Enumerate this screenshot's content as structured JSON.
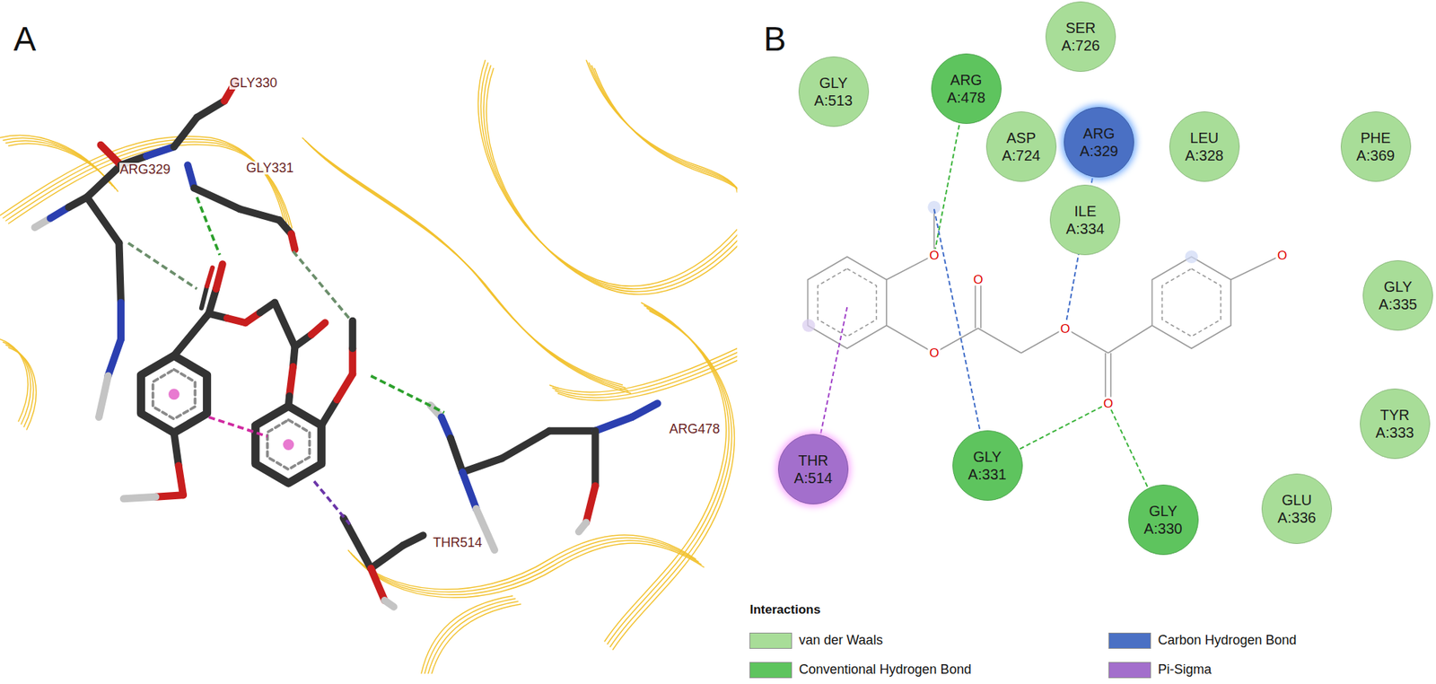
{
  "diagram": {
    "nodes": [
      {
        "text": [
          "SER A:726"
        ]
      },
      {
        "text": [
          "GLY A:513"
        ]
      },
      {
        "text": [
          "ARG A:478"
        ]
      },
      {
        "text": [
          "ASP A:724"
        ]
      },
      {
        "text": [
          "ARG A:329"
        ]
      },
      {
        "text": [
          "LEU A:328"
        ]
      },
      {
        "text": [
          "PHE A:369"
        ]
      },
      {
        "text": [
          "ILE A:334"
        ]
      },
      {
        "text": [
          "GLY A:335"
        ]
      },
      {
        "text": [
          "TYR A:333"
        ]
      },
      {
        "text": [
          "THR A:514"
        ]
      },
      {
        "text": [
          "GLY A:331"
        ]
      },
      {
        "text": [
          "GLY A:330"
        ]
      },
      {
        "text": [
          "GLU A:336"
        ]
      }
    ],
    "labels": [
      "A",
      "GLY330",
      "ARG329",
      "GLY331",
      "ARG478",
      "THR514",
      "B",
      "O",
      "O",
      "O",
      "O",
      "O",
      "O",
      "Interactions"
    ],
    "legend": [
      {
        "text": "van der Waals",
        "color": "#a8dd98"
      },
      {
        "text": "Conventional Hydrogen Bond",
        "color": "#5ec45e"
      },
      {
        "text": "Carbon Hydrogen Bond",
        "color": "#4a70c4"
      },
      {
        "text": "Pi-Sigma",
        "color": "#a36fcc"
      }
    ]
  }
}
